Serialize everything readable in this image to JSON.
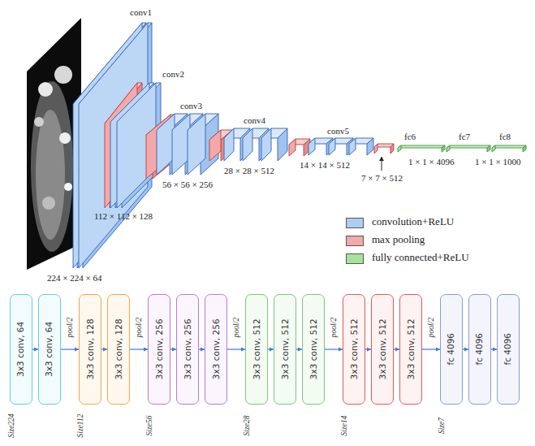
{
  "diagram": {
    "nodes": [
      {
        "text": [
          "3x3 conv, 64"
        ]
      },
      {
        "text": [
          "3x3 conv, 64"
        ]
      },
      {
        "text": [
          "3x3 conv, 128"
        ]
      },
      {
        "text": [
          "3x3 conv, 128"
        ]
      },
      {
        "text": [
          "3x3 conv, 256"
        ]
      },
      {
        "text": [
          "3x3 conv, 256"
        ]
      },
      {
        "text": [
          "3x3 conv, 256"
        ]
      },
      {
        "text": [
          "3x3 conv, 512"
        ]
      },
      {
        "text": [
          "3x3 conv, 512"
        ]
      },
      {
        "text": [
          "3x3 conv, 512"
        ]
      },
      {
        "text": [
          "3x3 conv, 512"
        ]
      },
      {
        "text": [
          "3x3 conv, 512"
        ]
      },
      {
        "text": [
          "3x3 conv, 512"
        ]
      },
      {
        "text": [
          "fc 4096"
        ]
      },
      {
        "text": [
          "fc 4096"
        ]
      },
      {
        "text": [
          "fc 4096"
        ]
      }
    ],
    "edges": [
      {
        "from": 0,
        "to": 1,
        "arrow": "to"
      },
      {
        "from": 1,
        "to": 2,
        "label": "pool/2",
        "arrow": "to"
      },
      {
        "from": 2,
        "to": 3,
        "arrow": "to"
      },
      {
        "from": 3,
        "to": 4,
        "label": "pool/2",
        "arrow": "to"
      },
      {
        "from": 4,
        "to": 5,
        "arrow": "to"
      },
      {
        "from": 5,
        "to": 6,
        "arrow": "to"
      },
      {
        "from": 6,
        "to": 7,
        "label": "pool/2",
        "arrow": "to"
      },
      {
        "from": 7,
        "to": 8,
        "arrow": "to"
      },
      {
        "from": 8,
        "to": 9,
        "arrow": "to"
      },
      {
        "from": 9,
        "to": 10,
        "label": "pool/2",
        "arrow": "to"
      },
      {
        "from": 10,
        "to": 11,
        "arrow": "to"
      },
      {
        "from": 11,
        "to": 12,
        "arrow": "to"
      },
      {
        "from": 12,
        "to": 13,
        "label": "pool/2",
        "arrow": "to"
      },
      {
        "from": 13,
        "to": 14,
        "arrow": "to"
      },
      {
        "from": 14,
        "to": 15,
        "arrow": "to"
      }
    ],
    "labels": [
      "conv1",
      "conv2",
      "conv3",
      "conv4",
      "conv5",
      "fc6",
      "fc7",
      "fc8",
      "224 × 224 × 64",
      "112 × 112 × 128",
      "56 × 56 × 256",
      "28 × 28 × 512",
      "14 × 14 × 512",
      "7 × 7 × 512",
      "1 × 1 × 4096",
      "1 × 1 × 1000",
      "Size224",
      "Size112",
      "Size56",
      "Size28",
      "Size14",
      "Size7"
    ],
    "legend": [
      {
        "text": "convolution+ReLU",
        "color": "#aecdf5"
      },
      {
        "text": "max pooling",
        "color": "#f3a9a9"
      },
      {
        "text": "fully connected+ReLU",
        "color": "#a8e19c"
      }
    ]
  }
}
